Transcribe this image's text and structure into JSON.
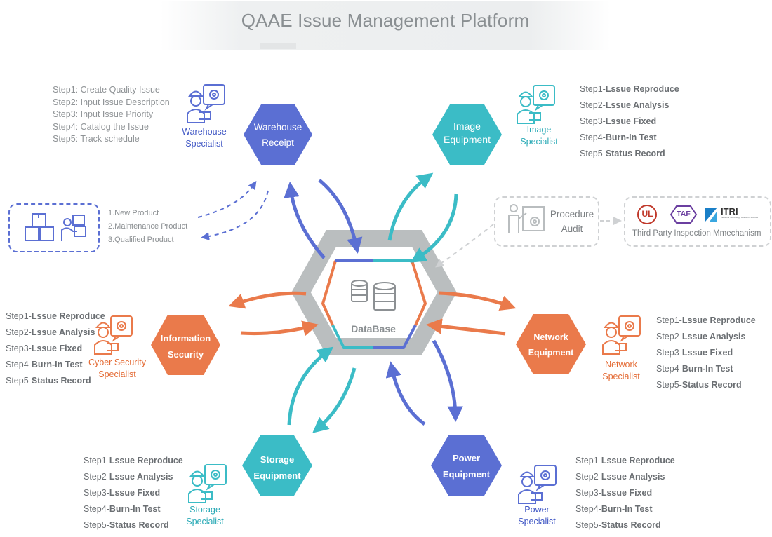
{
  "title": "QAAE Issue Management Platform",
  "database": {
    "label": "DataBase"
  },
  "colors": {
    "blue": "#5b6fd3",
    "teal": "#3bbcc6",
    "orange": "#ea7a4b",
    "gray": "#babebf"
  },
  "nodes": {
    "warehouse": {
      "line1": "Warehouse",
      "line2": "Receipt",
      "specialist1": "Warehouse",
      "specialist2": "Specialist"
    },
    "image": {
      "line1": "Image",
      "line2": "Equipment",
      "specialist1": "Image",
      "specialist2": "Specialist"
    },
    "info": {
      "line1": "Information",
      "line2": "Security",
      "specialist1": "Cyber Security",
      "specialist2": "Specialist"
    },
    "network": {
      "line1": "Network",
      "line2": "Equipment",
      "specialist1": "Network",
      "specialist2": "Specialist"
    },
    "storage": {
      "line1": "Storage",
      "line2": "Equipment",
      "specialist1": "Storage",
      "specialist2": "Specialist"
    },
    "power": {
      "line1": "Power",
      "line2": "Equipment",
      "specialist1": "Power",
      "specialist2": "Specialist"
    }
  },
  "warehouse_steps": [
    "Step1: Create Quality Issue",
    "Step2: Input Issue Description",
    "Step3: Input Issue Priority",
    "Step4: Catalog the Issue",
    "Step5: Track schedule"
  ],
  "step_prefixes": [
    "Step1-",
    "Step2-",
    "Step3-",
    "Step4-",
    "Step5-"
  ],
  "step_names": [
    "Lssue Reproduce",
    "Lssue Analysis",
    "Lssue Fixed",
    "Burn-In Test",
    "Status Record"
  ],
  "products": [
    "1.New Product",
    "2.Maintenance Product",
    "3.Qualified Product"
  ],
  "procedure": {
    "line1": "Procedure",
    "line2": "Audit"
  },
  "third_party": {
    "label": "Third Party Inspection Mmechanism",
    "logos": [
      "UL",
      "TAF",
      "ITRI"
    ],
    "itri_sub": "Industrial Technology Research Institute"
  }
}
